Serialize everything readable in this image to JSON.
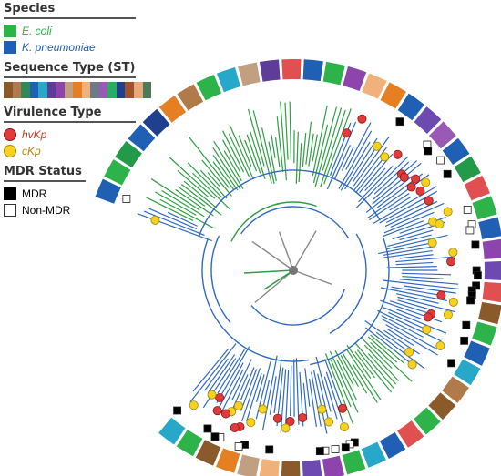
{
  "legend": {
    "species": {
      "title": "Species",
      "items": [
        {
          "label": "E. coli",
          "color": "#2db34a"
        },
        {
          "label": "K. pneumoniae",
          "color": "#1f5fb4"
        }
      ]
    },
    "st": {
      "title": "Sequence Type (ST)",
      "colors": [
        "#8a5a2b",
        "#b07a4a",
        "#2e8b57",
        "#1f5fb4",
        "#27a8c9",
        "#5e3c99",
        "#8e44ad",
        "#c0a080",
        "#e67e22",
        "#f0b27a",
        "#6c7a89",
        "#9b59b6",
        "#27ae60",
        "#1f3f8f",
        "#a0522d",
        "#e8a87c",
        "#4a7c59"
      ]
    },
    "virulence": {
      "title": "Virulence Type",
      "items": [
        {
          "label": "hvKp",
          "color": "#e03a3a",
          "text_color": "#c0392b"
        },
        {
          "label": "cKp",
          "color": "#f4d21f",
          "text_color": "#b8860b"
        }
      ]
    },
    "mdr": {
      "title": "MDR Status",
      "items": [
        {
          "label": "MDR"
        },
        {
          "label": "Non-MDR"
        }
      ]
    }
  },
  "tree": {
    "ring_colors": [
      "#1f5fb4",
      "#2db34a",
      "#23994a",
      "#1f5fb4",
      "#1f3f8f",
      "#e67e22",
      "#b07a4a",
      "#2db34a",
      "#27a8c9",
      "#c0a080",
      "#5e3c99",
      "#e05050",
      "#1f5fb4",
      "#2db34a",
      "#8e44ad",
      "#f0b27a",
      "#e67e22",
      "#1f5fb4",
      "#6c4ab0",
      "#9b59b6",
      "#1f5fb4",
      "#23994a",
      "#e05050",
      "#2db34a",
      "#1f5fb4",
      "#8e44ad",
      "#6c4ab0",
      "#e05050",
      "#8a5a2b",
      "#2db34a",
      "#1f5fb4",
      "#27a8c9",
      "#b07a4a",
      "#8a5a2b",
      "#2db34a",
      "#e05050",
      "#1f5fb4",
      "#27a8c9",
      "#2db34a",
      "#8e44ad",
      "#6c4ab0",
      "#8a5a2b",
      "#f0b27a",
      "#c0a080",
      "#e67e22",
      "#8a5a2b",
      "#2db34a",
      "#27a8c9"
    ],
    "green_arcs": [
      [
        205,
        250
      ],
      [
        250,
        290
      ],
      [
        40,
        70
      ]
    ]
  }
}
